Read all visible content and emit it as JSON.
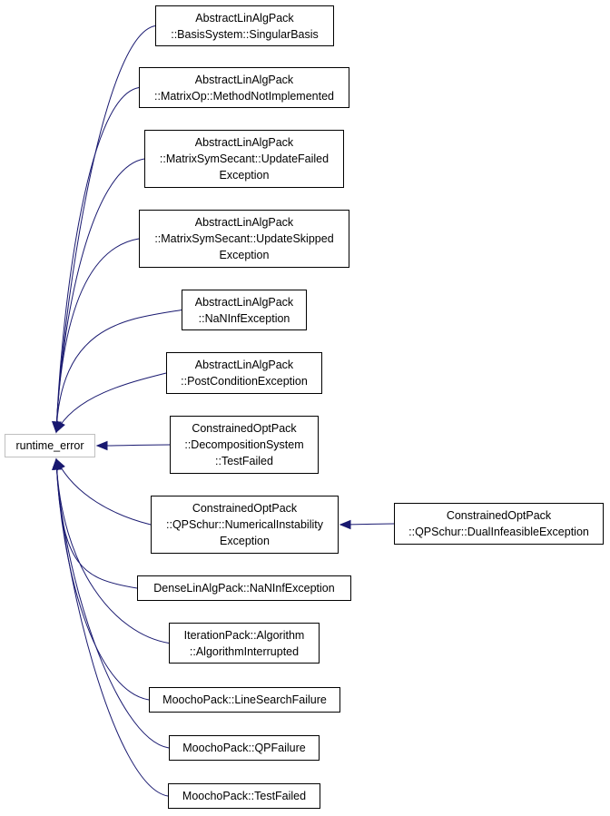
{
  "colors": {
    "edge": "#191970",
    "node_border": "#000000",
    "root_border": "#bfbfbf"
  },
  "nodes": [
    {
      "id": "runtime_error",
      "lines": [
        "runtime_error"
      ]
    },
    {
      "id": "n1",
      "lines": [
        "AbstractLinAlgPack",
        "::BasisSystem::SingularBasis"
      ]
    },
    {
      "id": "n2",
      "lines": [
        "AbstractLinAlgPack",
        "::MatrixOp::MethodNotImplemented"
      ]
    },
    {
      "id": "n3",
      "lines": [
        "AbstractLinAlgPack",
        "::MatrixSymSecant::UpdateFailed",
        "Exception"
      ]
    },
    {
      "id": "n4",
      "lines": [
        "AbstractLinAlgPack",
        "::MatrixSymSecant::UpdateSkipped",
        "Exception"
      ]
    },
    {
      "id": "n5",
      "lines": [
        "AbstractLinAlgPack",
        "::NaNInfException"
      ]
    },
    {
      "id": "n6",
      "lines": [
        "AbstractLinAlgPack",
        "::PostConditionException"
      ]
    },
    {
      "id": "n7",
      "lines": [
        "ConstrainedOptPack",
        "::DecompositionSystem",
        "::TestFailed"
      ]
    },
    {
      "id": "n8",
      "lines": [
        "ConstrainedOptPack",
        "::QPSchur::NumericalInstability",
        "Exception"
      ]
    },
    {
      "id": "n9",
      "lines": [
        "DenseLinAlgPack::NaNInfException"
      ]
    },
    {
      "id": "n10",
      "lines": [
        "IterationPack::Algorithm",
        "::AlgorithmInterrupted"
      ]
    },
    {
      "id": "n11",
      "lines": [
        "MoochoPack::LineSearchFailure"
      ]
    },
    {
      "id": "n12",
      "lines": [
        "MoochoPack::QPFailure"
      ]
    },
    {
      "id": "n13",
      "lines": [
        "MoochoPack::TestFailed"
      ]
    },
    {
      "id": "n14",
      "lines": [
        "ConstrainedOptPack",
        "::QPSchur::DualInfeasibleException"
      ]
    }
  ],
  "edges": [
    {
      "from": "n1",
      "to": "runtime_error"
    },
    {
      "from": "n2",
      "to": "runtime_error"
    },
    {
      "from": "n3",
      "to": "runtime_error"
    },
    {
      "from": "n4",
      "to": "runtime_error"
    },
    {
      "from": "n5",
      "to": "runtime_error"
    },
    {
      "from": "n6",
      "to": "runtime_error"
    },
    {
      "from": "n7",
      "to": "runtime_error"
    },
    {
      "from": "n8",
      "to": "runtime_error"
    },
    {
      "from": "n9",
      "to": "runtime_error"
    },
    {
      "from": "n10",
      "to": "runtime_error"
    },
    {
      "from": "n11",
      "to": "runtime_error"
    },
    {
      "from": "n12",
      "to": "runtime_error"
    },
    {
      "from": "n13",
      "to": "runtime_error"
    },
    {
      "from": "n14",
      "to": "n8"
    }
  ]
}
